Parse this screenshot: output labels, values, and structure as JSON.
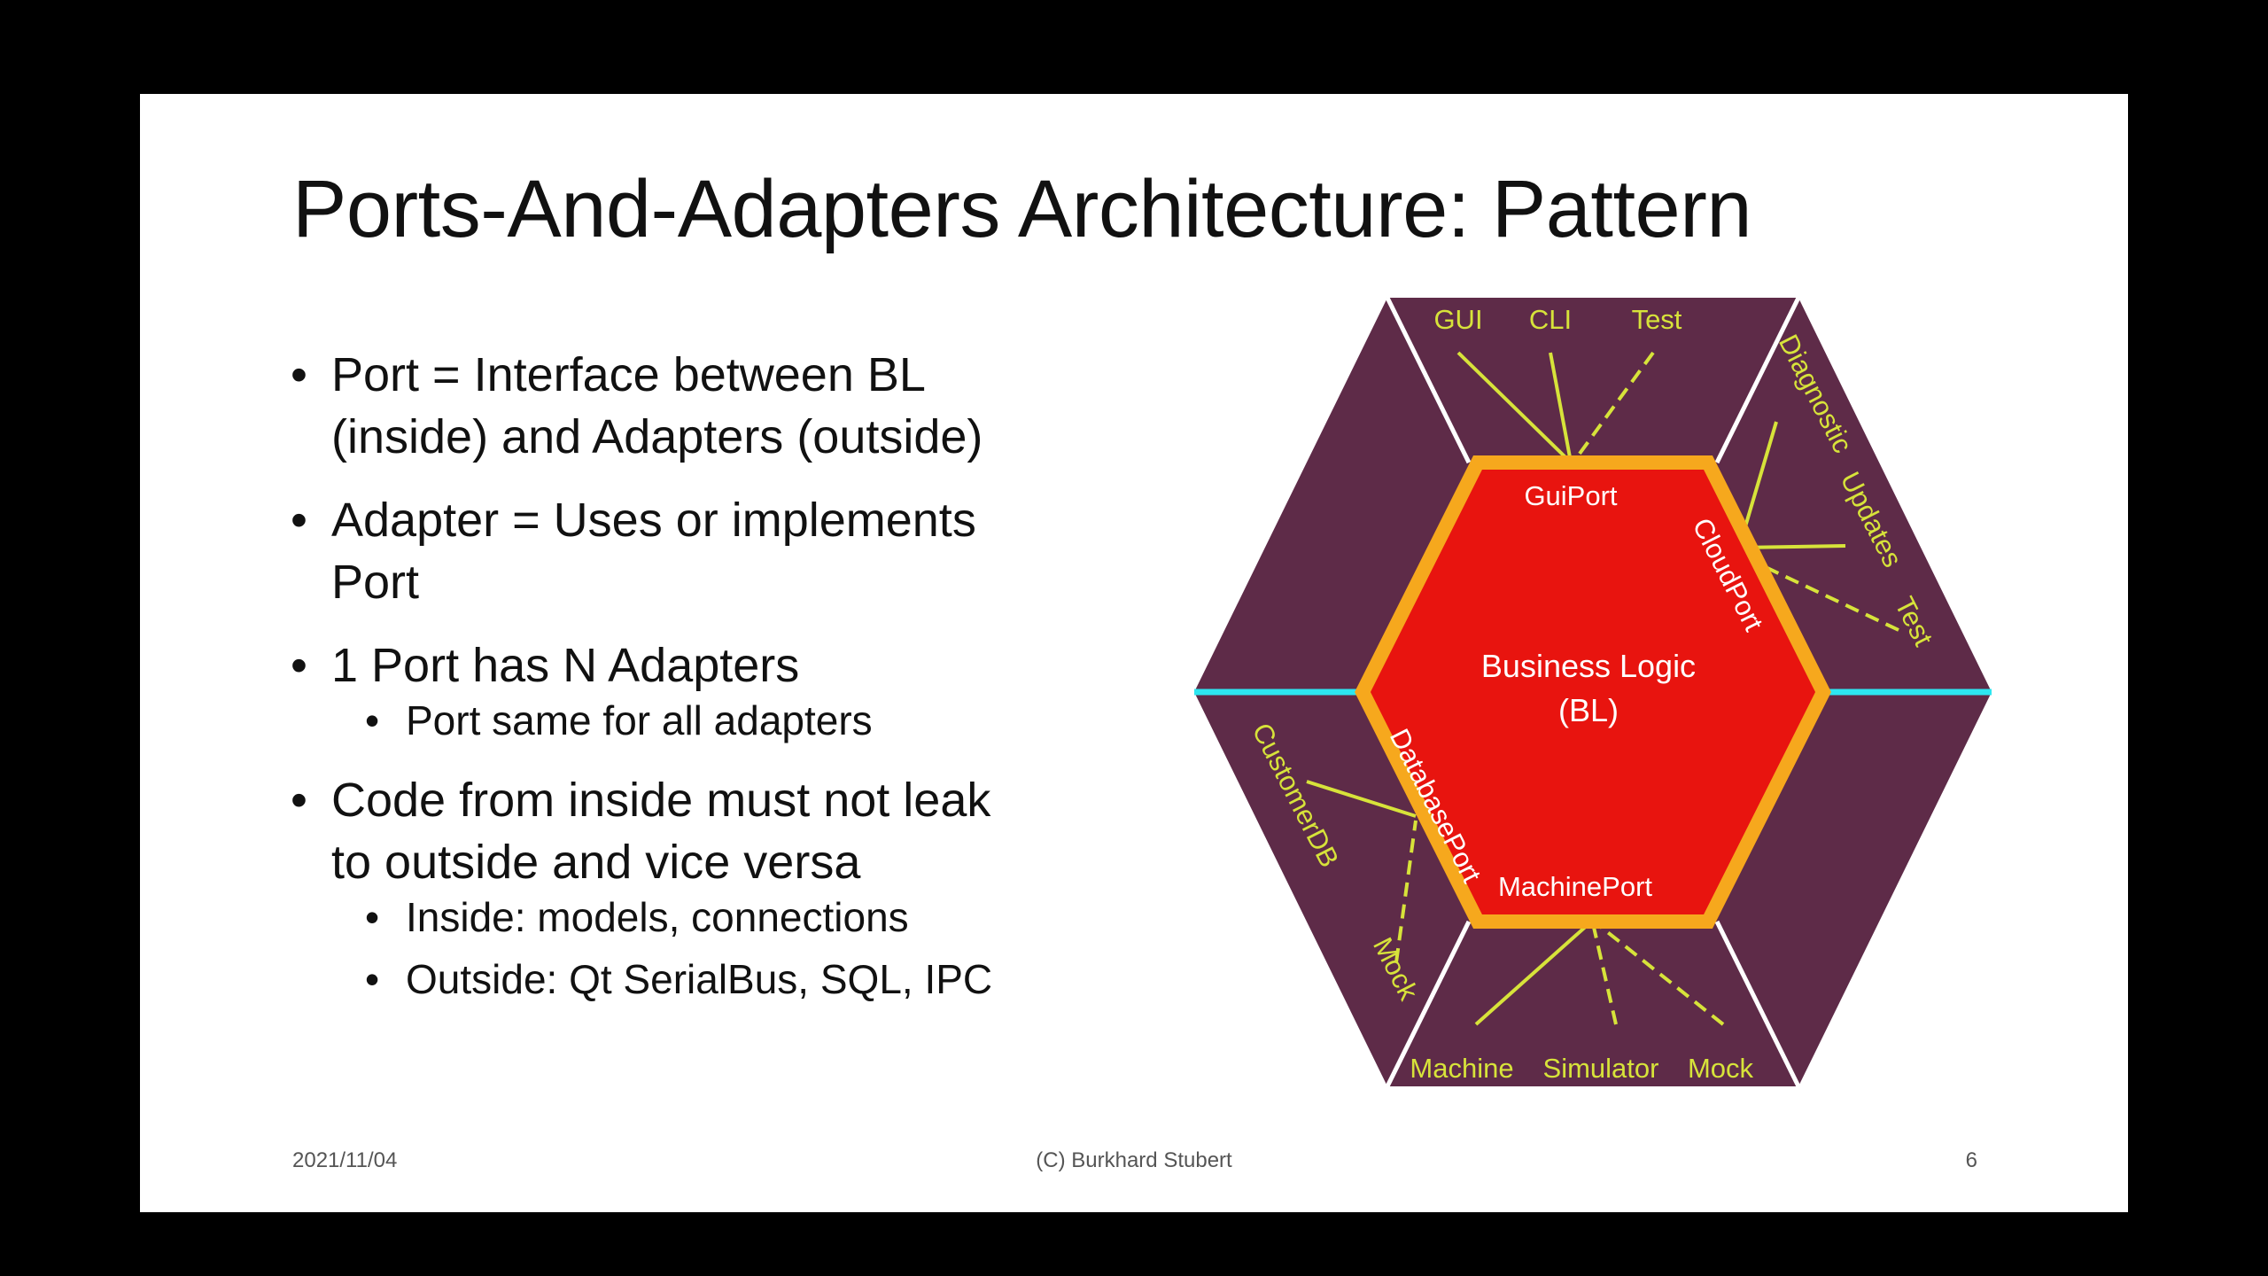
{
  "title": "Ports-And-Adapters Architecture: Pattern",
  "bullets": [
    {
      "level": 1,
      "lines": [
        "Port = Interface between BL",
        "(inside) and Adapters (outside)"
      ]
    },
    {
      "level": 1,
      "lines": [
        "Adapter = Uses or implements",
        "Port"
      ]
    },
    {
      "level": 1,
      "lines": [
        "1 Port has N Adapters"
      ]
    },
    {
      "level": 2,
      "lines": [
        "Port same for all adapters"
      ]
    },
    {
      "level": 1,
      "lines": [
        "Code from inside must not leak",
        "to outside and vice versa"
      ]
    },
    {
      "level": 2,
      "lines": [
        "Inside: models, connections"
      ]
    },
    {
      "level": 2,
      "lines": [
        "Outside: Qt SerialBus, SQL, IPC"
      ]
    }
  ],
  "diagram": {
    "center_line1": "Business Logic",
    "center_line2": "(BL)",
    "ports": {
      "gui": "GuiPort",
      "cloud": "CloudPort",
      "database": "DatabasePort",
      "machine": "MachinePort"
    },
    "adapters": {
      "gui": "GUI",
      "cli": "CLI",
      "test_top": "Test",
      "diagnostic": "Diagnostic",
      "updates": "Updates",
      "test_right": "Test",
      "customerdb": "CustomerDB",
      "mock_left": "Mock",
      "machine": "Machine",
      "simulator": "Simulator",
      "mock_bottom": "Mock"
    },
    "colors": {
      "outer": "#5e2b48",
      "inner": "#e8140f",
      "port_border": "#f6a81d",
      "adapter_text": "#d7e33a",
      "divider_white": "#ffffff",
      "divider_cyan": "#2de6f0"
    }
  },
  "footer": {
    "date": "2021/11/04",
    "copyright": "(C) Burkhard Stubert",
    "page": "6"
  }
}
